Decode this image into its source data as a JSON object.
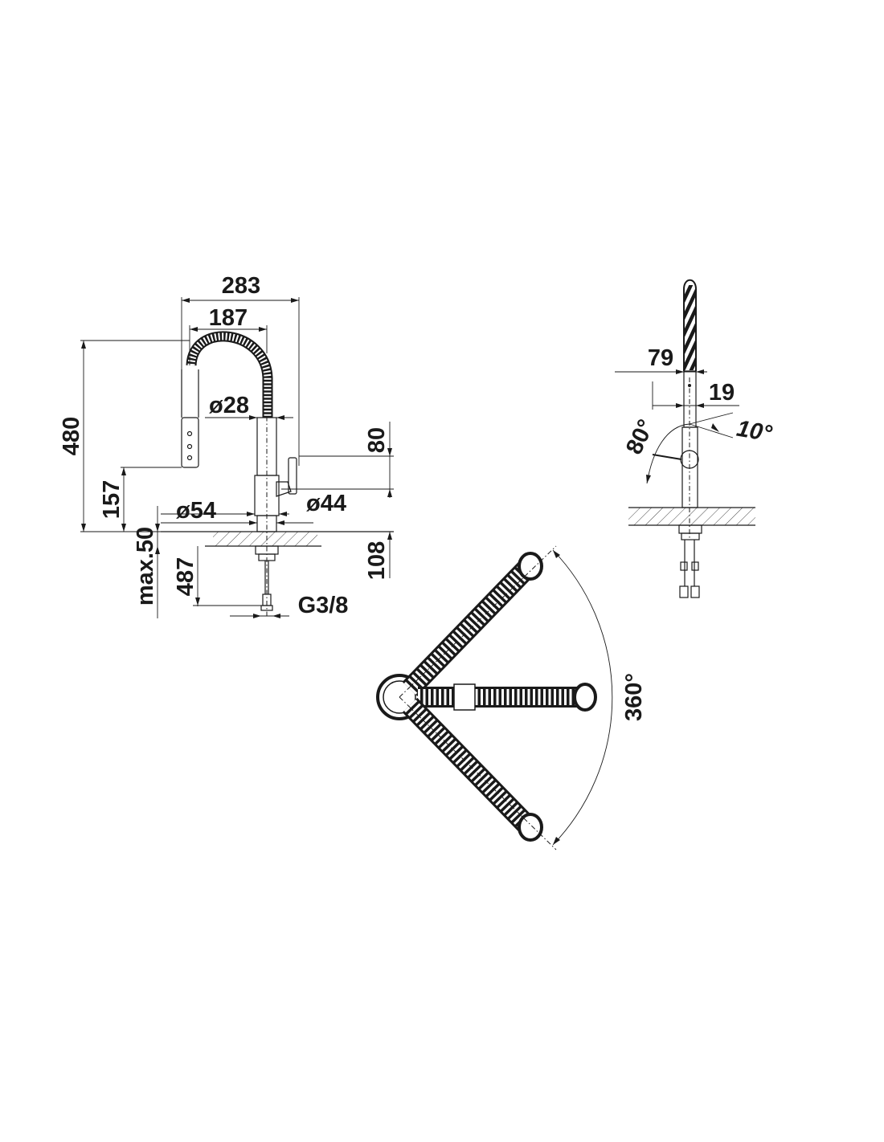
{
  "front_view": {
    "width_overall": "283",
    "width_spout": "187",
    "height_total": "480",
    "spout_diameter": "ø28",
    "handle_height": "80",
    "spray_height": "157",
    "base_diameter": "ø54",
    "body_diameter": "ø44",
    "countertop_max": "max.50",
    "hose_length": "487",
    "below_counter": "108",
    "connection": "G3/8"
  },
  "side_view": {
    "offset_79": "79",
    "offset_19": "19",
    "angle_80": "80°",
    "angle_10": "10°"
  },
  "top_view": {
    "swivel_angle": "360°"
  }
}
